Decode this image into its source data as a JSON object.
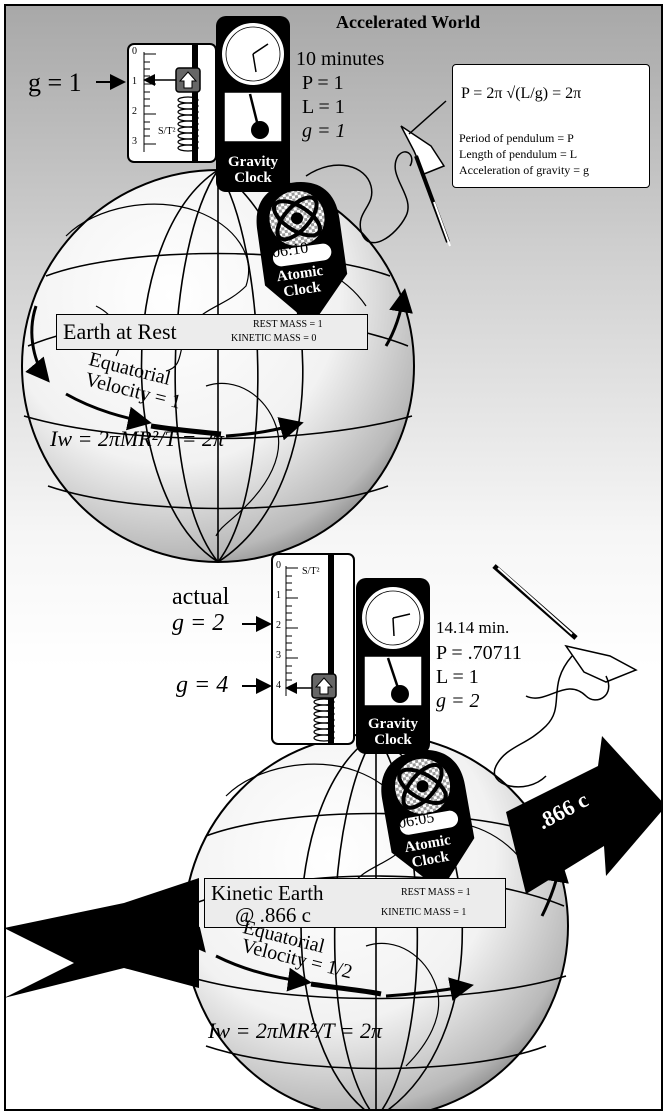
{
  "title": "Accelerated World",
  "formula_box": {
    "equation": "P = 2π √(L/g) = 2π",
    "definitions": [
      "Period of pendulum = P",
      "Length of pendulum = L",
      "Acceleration of gravity = g"
    ]
  },
  "top_panel": {
    "g_pointer_label": "g = 1",
    "scale_ticks": [
      "0",
      "1",
      "2",
      "3"
    ],
    "scale_unit": "S/T²",
    "readouts": [
      "10 minutes",
      "P = 1",
      "L = 1",
      "g = 1"
    ],
    "gravity_clock_label": "Gravity Clock",
    "atomic_clock_time": "06:10",
    "atomic_clock_label": "Atomic Clock",
    "earth_label": "Earth at Rest",
    "rest_mass": "REST MASS = 1",
    "kinetic_mass": "KINETIC MASS = 0",
    "equatorial_line1": "Equatorial",
    "equatorial_line2": "Velocity = 1",
    "iw_formula": "Iw = 2πMR²/T = 2π"
  },
  "bottom_panel": {
    "actual_label": "actual",
    "g2_pointer_label": "g = 2",
    "g4_pointer_label": "g = 4",
    "scale_ticks": [
      "0",
      "1",
      "2",
      "3",
      "4"
    ],
    "scale_unit": "S/T²",
    "readouts": [
      "14.14 min.",
      "P = .70711",
      "L = 1",
      "g = 2"
    ],
    "gravity_clock_label": "Gravity Clock",
    "atomic_clock_time": "06:05",
    "atomic_clock_label": "Atomic Clock",
    "speed_label": ".866 c",
    "earth_label_line1": "Kinetic Earth",
    "earth_label_line2": "@ .866 c",
    "rest_mass": "REST MASS = 1",
    "kinetic_mass": "KINETIC MASS = 1",
    "equatorial_line1": "Equatorial",
    "equatorial_line2": "Velocity = 1/2",
    "iw_formula": "Iw = 2πMR²/T = 2π"
  },
  "colors": {
    "sky_top": "#a8a8a8",
    "globe_shadow": "#6e6e6e",
    "label_box": "#ececec",
    "ink": "#000000"
  }
}
